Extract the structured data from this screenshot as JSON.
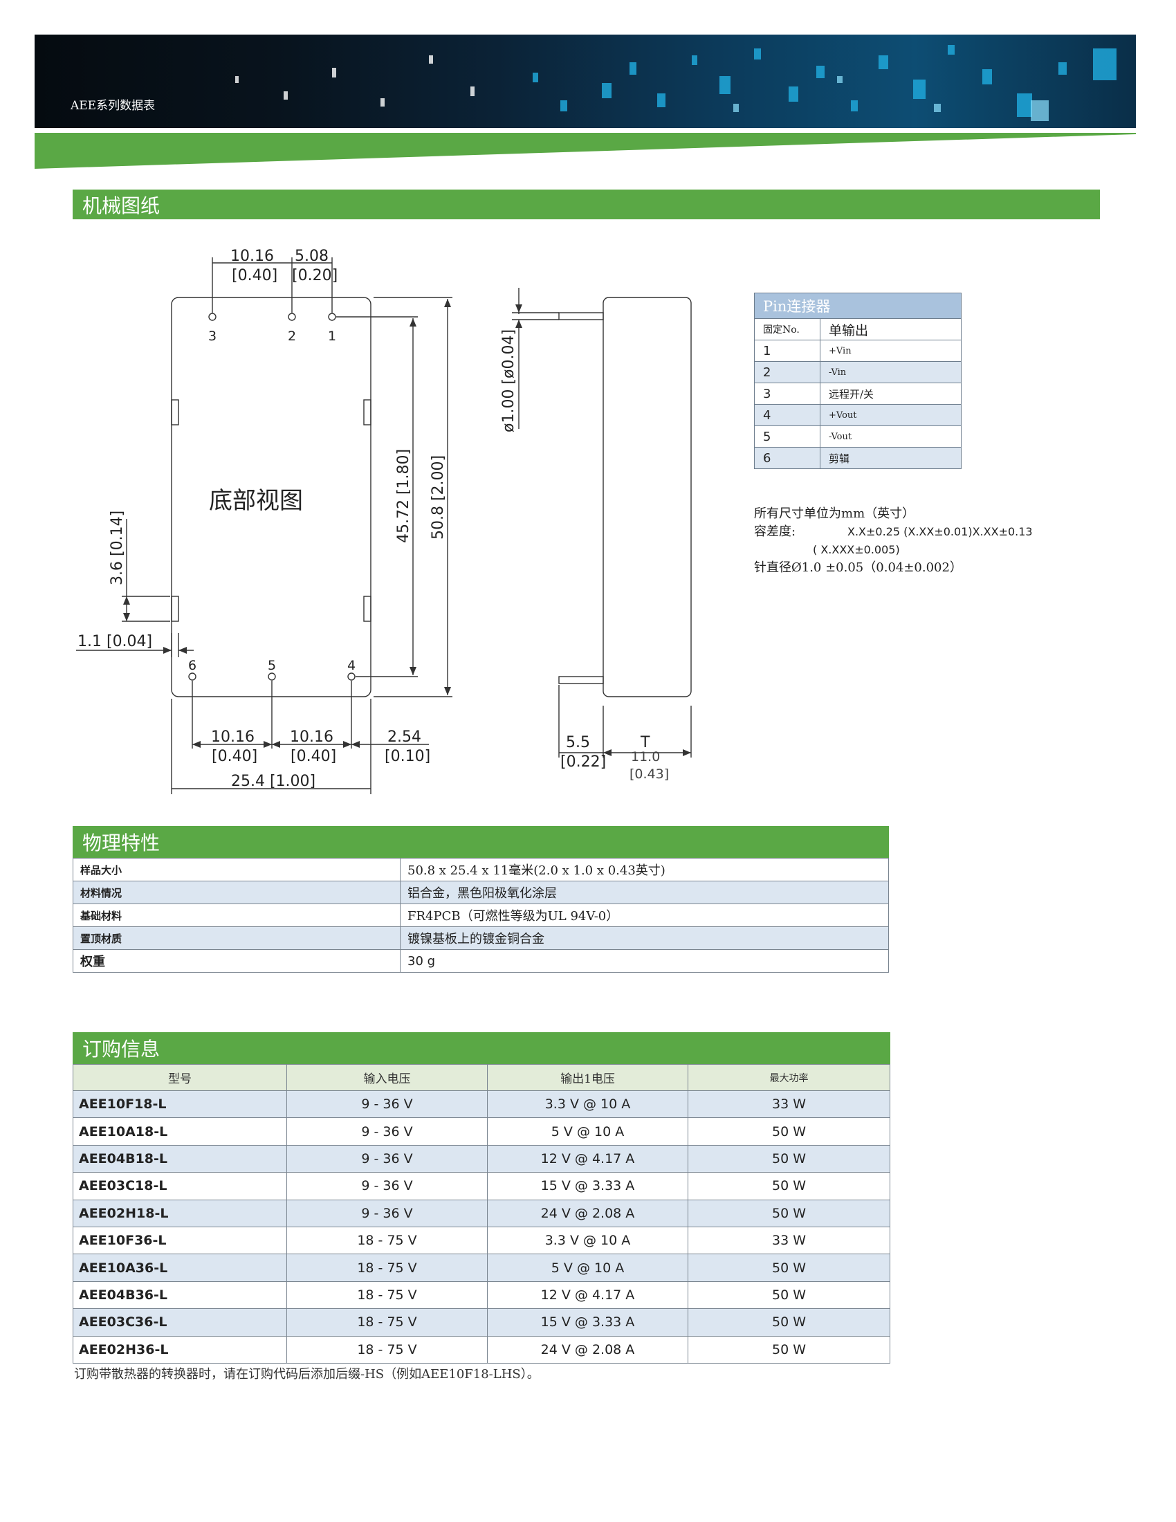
{
  "header": {
    "title": "AEE系列数据表"
  },
  "sections": {
    "mechanical": "机械图纸",
    "physical": "物理特性",
    "ordering": "订购信息"
  },
  "drawing": {
    "view_label": "底部视图",
    "pins_top": [
      "3",
      "2",
      "1"
    ],
    "pins_bottom": [
      "6",
      "5",
      "4"
    ],
    "dims": {
      "top_a": "10.16",
      "top_a_in": "[0.40]",
      "top_b": "5.08",
      "top_b_in": "[0.20]",
      "h_inner": "45.72 [1.80]",
      "h_outer": "50.8 [2.00]",
      "left_v": "3.6 [0.14]",
      "left_h": "1.1 [0.04]",
      "bot_a": "10.16",
      "bot_a_in": "[0.40]",
      "bot_b": "10.16",
      "bot_b_in": "[0.40]",
      "bot_c": "2.54",
      "bot_c_in": "[0.10]",
      "width": "25.4 [1.00]",
      "pin_dia": "ø1.00 [ø0.04]",
      "side_a": "5.5",
      "side_a_in": "[0.22]",
      "side_t": "T",
      "side_t_val": "11.0",
      "side_t_in": "[0.43]"
    }
  },
  "pin_connector": {
    "title": "Pin连接器",
    "col_no": "固定No.",
    "col_fn": "单输出",
    "rows": [
      {
        "no": "1",
        "fn": "+Vin"
      },
      {
        "no": "2",
        "fn": "-Vin"
      },
      {
        "no": "3",
        "fn": "远程开/关"
      },
      {
        "no": "4",
        "fn": "+Vout"
      },
      {
        "no": "5",
        "fn": "-Vout"
      },
      {
        "no": "6",
        "fn": "剪辑"
      }
    ]
  },
  "notes": {
    "line1": "所有尺寸单位为mm（英寸）",
    "tol_label": "容差度:",
    "tol_value": "X.X±0.25 (X.XX±0.01)X.XX±0.13",
    "tol_value2": "( X.XXX±0.005)",
    "pin_dia": "针直径Ø1.0 ±0.05（0.04±0.002）"
  },
  "physical": [
    {
      "k": "样品大小",
      "v": "50.8 x 25.4 x 11毫米(2.0 x 1.0 x 0.43英寸)"
    },
    {
      "k": "材料情况",
      "v": "铝合金，黑色阳极氧化涂层"
    },
    {
      "k": "基础材料",
      "v": "FR4PCB（可燃性等级为UL 94V-0）"
    },
    {
      "k": "置顶材质",
      "v": "镀镍基板上的镀金铜合金"
    },
    {
      "k": "权重",
      "v": "30 g"
    }
  ],
  "ordering": {
    "headers": [
      "型号",
      "输入电压",
      "输出1电压",
      "最大功率"
    ],
    "rows": [
      [
        "AEE10F18-L",
        "9 - 36 V",
        "3.3 V @ 10 A",
        "33 W"
      ],
      [
        "AEE10A18-L",
        "9 - 36 V",
        "5 V @ 10 A",
        "50 W"
      ],
      [
        "AEE04B18-L",
        "9 - 36 V",
        "12 V @ 4.17 A",
        "50 W"
      ],
      [
        "AEE03C18-L",
        "9 - 36 V",
        "15 V @ 3.33 A",
        "50 W"
      ],
      [
        "AEE02H18-L",
        "9 - 36 V",
        "24 V @ 2.08 A",
        "50 W"
      ],
      [
        "AEE10F36-L",
        "18 - 75 V",
        "3.3 V @ 10 A",
        "33 W"
      ],
      [
        "AEE10A36-L",
        "18 - 75 V",
        "5 V @ 10 A",
        "50 W"
      ],
      [
        "AEE04B36-L",
        "18 - 75 V",
        "12 V @ 4.17 A",
        "50 W"
      ],
      [
        "AEE03C36-L",
        "18 - 75 V",
        "15 V @ 3.33 A",
        "50 W"
      ],
      [
        "AEE02H36-L",
        "18 - 75 V",
        "24 V @ 2.08 A",
        "50 W"
      ]
    ],
    "note": "订购带散热器的转换器时，请在订购代码后添加后缀-HS（例如AEE10F18-LHS）。"
  }
}
